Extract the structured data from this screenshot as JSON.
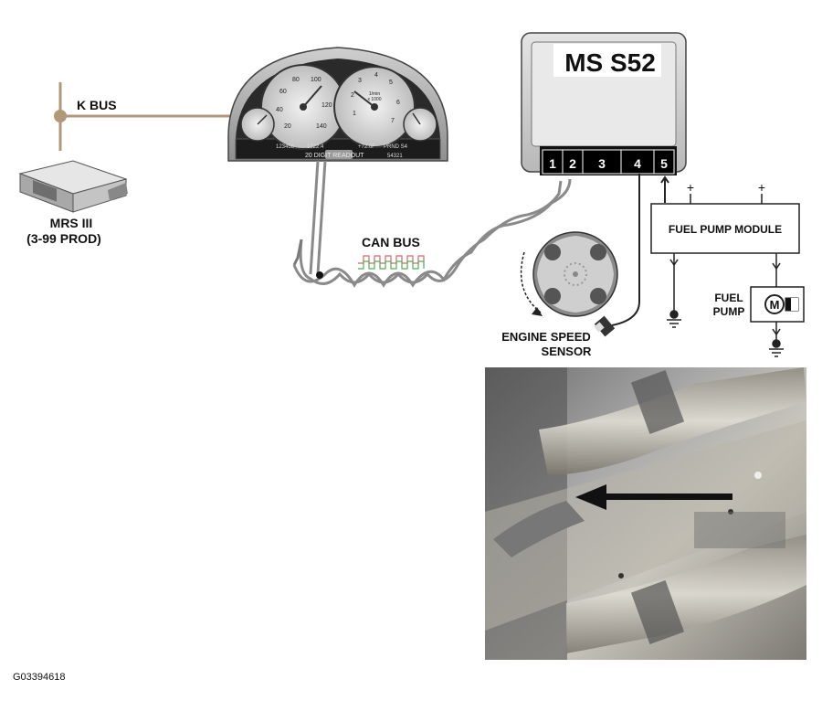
{
  "labels": {
    "k_bus": "K BUS",
    "mrs_line1": "MRS III",
    "mrs_line2": "(3-99 PROD)",
    "can_bus": "CAN BUS",
    "ecu_title": "MS S52",
    "fuel_pump_module": "FUEL PUMP MODULE",
    "fuel_pump_line1": "FUEL",
    "fuel_pump_line2": "PUMP",
    "engine_speed_line1": "ENGINE SPEED",
    "engine_speed_line2": "SENSOR",
    "figure_id": "G03394618",
    "plus": "+",
    "motor": "M"
  },
  "ecu_pins": [
    "1",
    "2",
    "3",
    "4",
    "5"
  ],
  "cluster": {
    "speedo_ticks": [
      "20",
      "40",
      "60",
      "80",
      "100",
      "120",
      "140"
    ],
    "tach_ticks": [
      "1",
      "2",
      "3",
      "4",
      "5",
      "6",
      "7"
    ],
    "tach_unit_line1": "1/min",
    "tach_unit_line2": "x 1000",
    "odometer": "123456",
    "trip": "1222.4",
    "temp": "+72.0F",
    "gear": "PRND S4",
    "code": "54321",
    "readout": "20 DIGIT READOUT"
  },
  "colors": {
    "k_bus": "#b09878",
    "can_bus": "#8a8a8a",
    "wire": "#222222",
    "ecu_body": "#d6d6d6"
  }
}
